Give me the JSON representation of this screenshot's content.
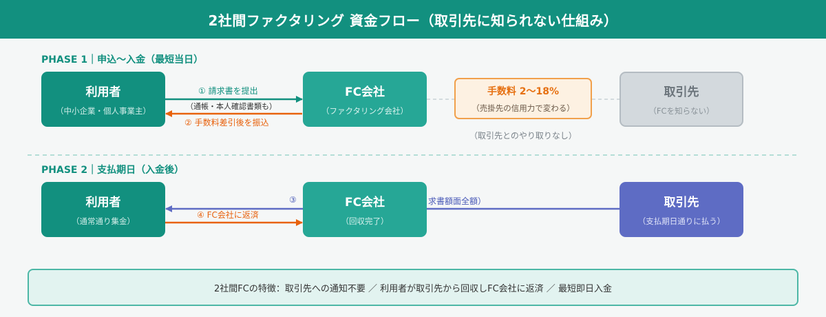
{
  "title": "2社間ファクタリング 資金フロー（取引先に知られない仕組み）",
  "phase1": {
    "label": "PHASE 1｜申込〜入金（最短当日）",
    "user": {
      "title": "利用者",
      "sub": "（中小企業・個人事業主）"
    },
    "fc": {
      "title": "FC会社",
      "sub": "（ファクタリング会社）"
    },
    "fee": {
      "title": "手数料 2〜18%",
      "sub": "（売掛先の信用力で変わる）"
    },
    "partner": {
      "title": "取引先",
      "sub": "（FCを知らない）"
    },
    "arrow1": "① 請求書を提出",
    "arrow1_note": "（通帳・本人確認書類も）",
    "arrow2": "② 手数料差引後を振込",
    "no_contact": "（取引先とのやり取りなし）"
  },
  "phase2": {
    "label": "PHASE 2｜支払期日（入金後）",
    "user": {
      "title": "利用者",
      "sub": "（通常通り集金）"
    },
    "fc": {
      "title": "FC会社",
      "sub": "（回収完了）"
    },
    "partner": {
      "title": "取引先",
      "sub": "（支払期日通りに払う）"
    },
    "arrow3_num": "③",
    "arrow3_text": "求書額面全額）",
    "arrow4": "④ FC会社に返済"
  },
  "footer": "2社間FCの特徴：取引先への通知不要 ／ 利用者が取引先から回収しFC会社に返済 ／ 最短即日入金",
  "colors": {
    "teal": "#12907f",
    "teal_light": "#26a796",
    "orange": "#e8620d",
    "purple": "#5e6cc4",
    "grey": "#d3d9dd"
  }
}
